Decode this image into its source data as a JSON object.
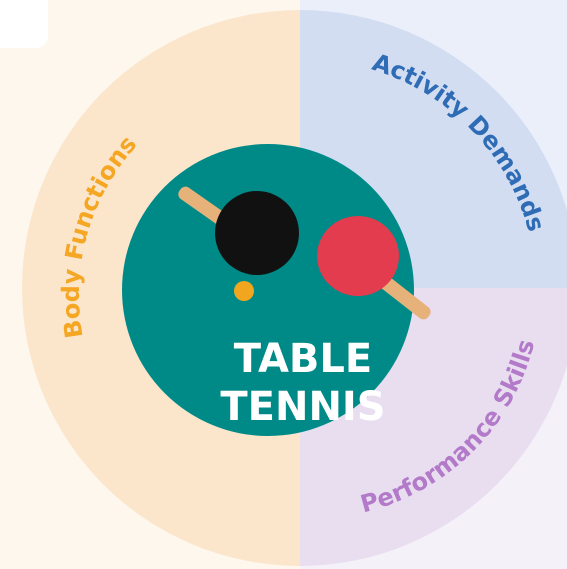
{
  "center": {
    "title_line1": "TABLE",
    "title_line2": "TENNIS"
  },
  "segments": {
    "body_functions": {
      "label": "Body Functions",
      "color": "#f5a623"
    },
    "activity_demands": {
      "label": "Activity Demands",
      "color": "#2f6cb6"
    },
    "performance_skills": {
      "label": "Performance Skills",
      "color": "#b27ac8"
    }
  },
  "colors": {
    "center_circle": "#008a87",
    "ring_left": "#fbe6cc",
    "ring_top_right": "#d2ddf2",
    "ring_bottom_right": "#e8def0",
    "paddle_black": "#111111",
    "paddle_red": "#e33c4e",
    "paddle_handle": "#e7b27a",
    "ball": "#f2a51e"
  },
  "icons": [
    "table-tennis-paddle-black-icon",
    "table-tennis-paddle-red-icon",
    "ping-pong-ball-icon"
  ]
}
